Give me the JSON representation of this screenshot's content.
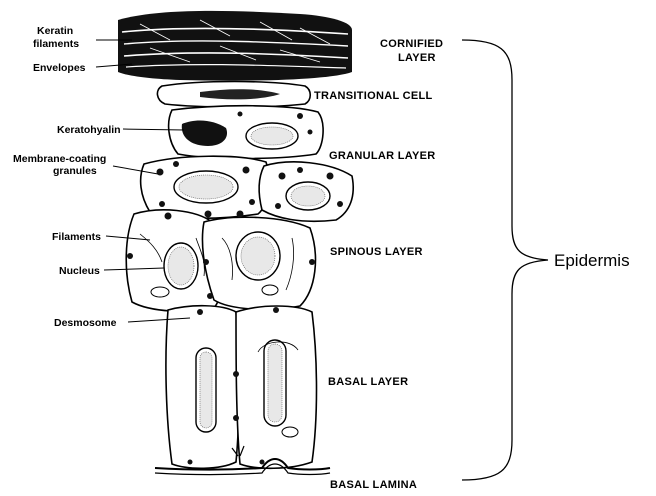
{
  "diagram": {
    "left_labels": {
      "keratin_line1": "Keratin",
      "keratin_line2": "filaments",
      "envelopes": "Envelopes",
      "keratohyalin": "Keratohyalin",
      "membrane_line1": "Membrane-coating",
      "membrane_line2": "granules",
      "filaments": "Filaments",
      "nucleus": "Nucleus",
      "desmosome": "Desmosome"
    },
    "layer_labels": {
      "cornified_line1": "CORNIFIED",
      "cornified_line2": "LAYER",
      "transitional": "TRANSITIONAL CELL",
      "granular": "GRANULAR LAYER",
      "spinous": "SPINOUS LAYER",
      "basal": "BASAL LAYER",
      "basal_lamina": "BASAL LAMINA"
    },
    "brace_label": "Epidermis"
  }
}
